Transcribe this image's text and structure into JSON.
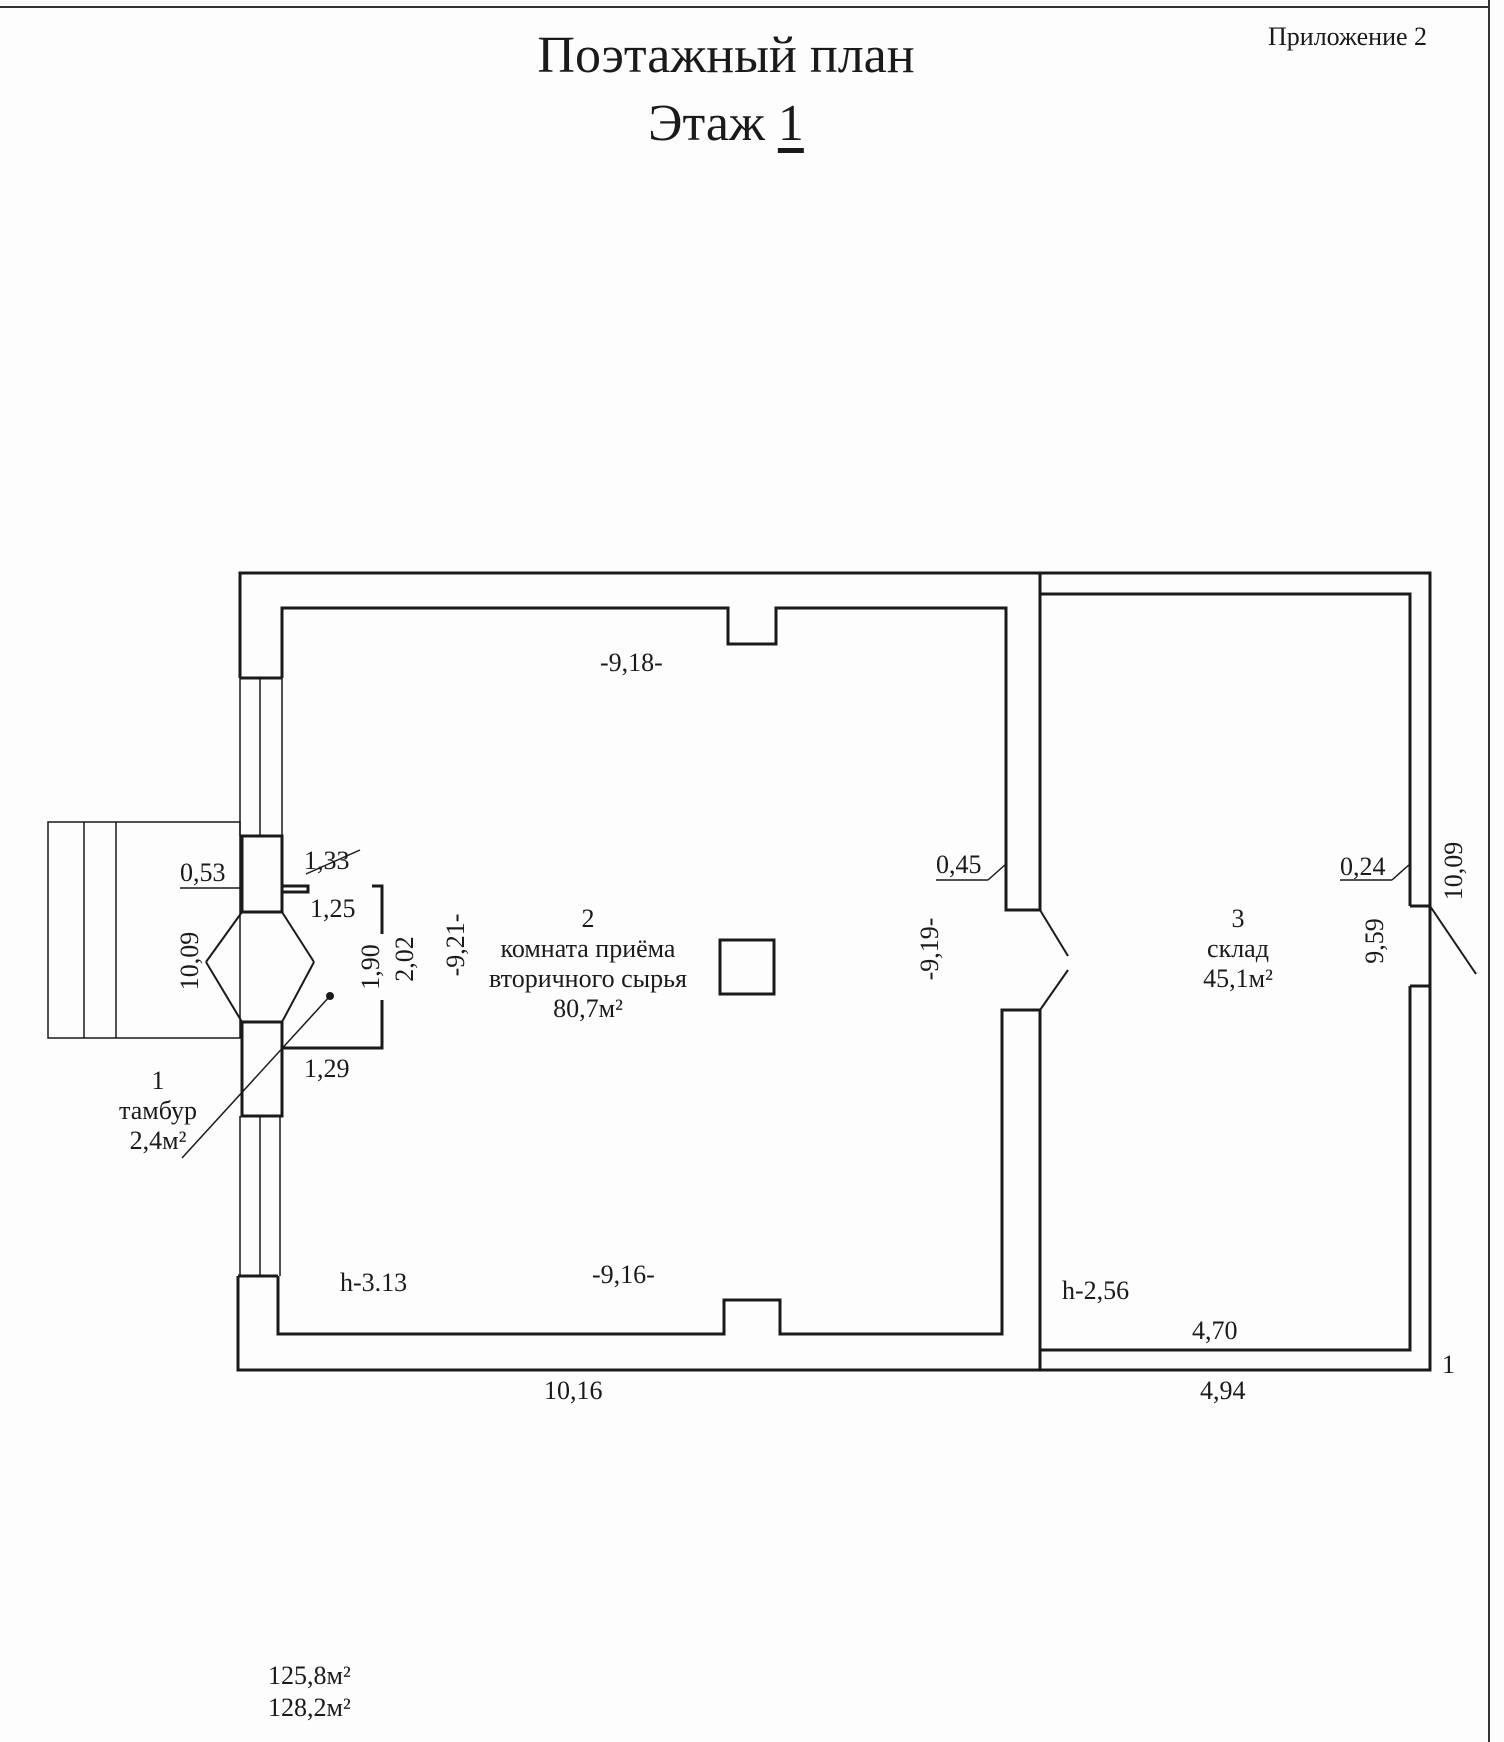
{
  "header": {
    "appendix": "Приложение 2",
    "title": "Поэтажный план",
    "floor_prefix": "Этаж",
    "floor_number": "1"
  },
  "rooms": [
    {
      "number": "1",
      "name": "тамбур",
      "area": "2,4м²"
    },
    {
      "number": "2",
      "name_line1": "комната приёма",
      "name_line2": "вторичного сырья",
      "area": "80,7м²"
    },
    {
      "number": "3",
      "name": "склад",
      "area": "45,1м²"
    }
  ],
  "dimensions": {
    "room2_top": "-9,18-",
    "room2_bottom": "-9,16-",
    "room2_left": "-9,21-",
    "room2_right": "-9,19-",
    "outer_bottom_left": "10,16",
    "outer_bottom_right": "4,94",
    "room3_bottom": "4,70",
    "room3_right_inner": "9,59",
    "outer_right": "10,09",
    "outer_left": "10,09",
    "wall_left": "0,53",
    "wall_middle": "0,45",
    "wall_right": "0,24",
    "vestibule_top": "1,33",
    "vestibule_inner_top": "1,25",
    "vestibule_bottom": "1,29",
    "vestibule_height_inner": "1,90",
    "vestibule_height": "2,02",
    "height_room2": "h-3.13",
    "height_room3": "h-2,56",
    "corner_mark": "1"
  },
  "totals": {
    "area_main": "125,8м²",
    "area_total": "128,2м²"
  }
}
